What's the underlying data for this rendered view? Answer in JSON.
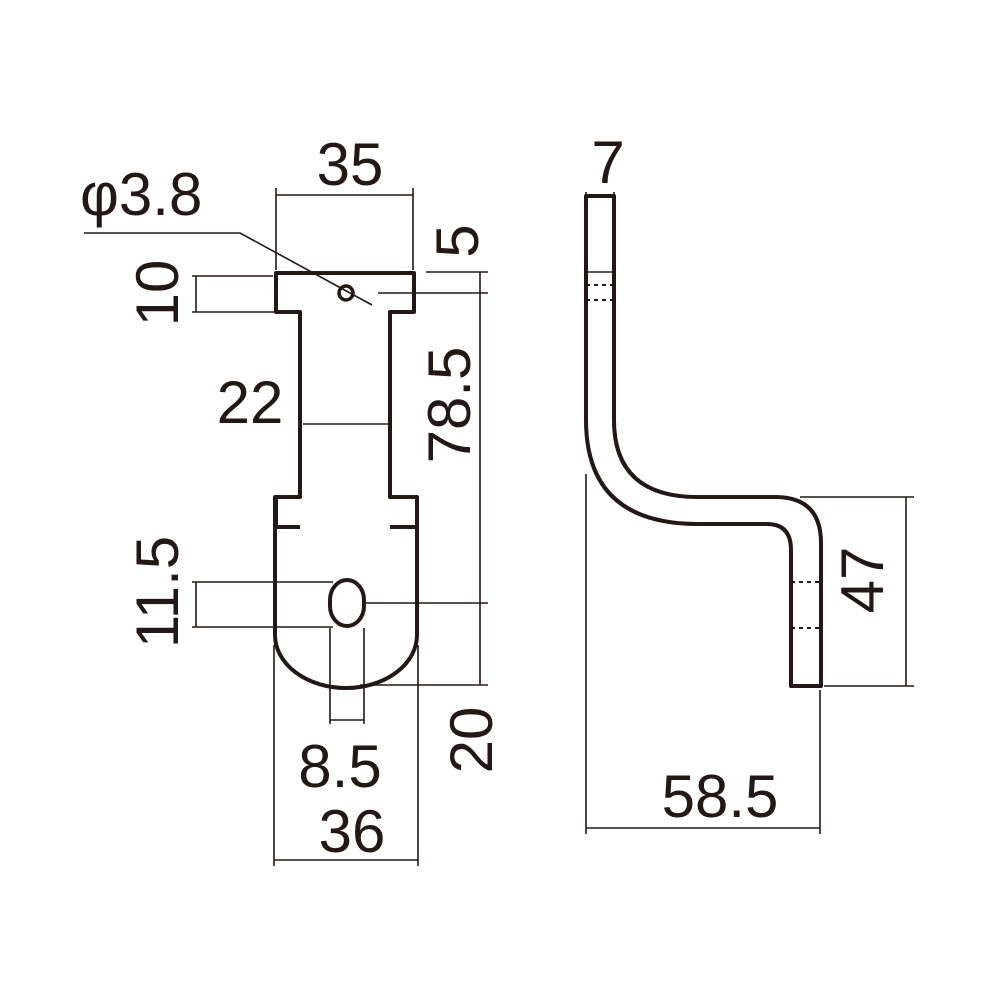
{
  "front_view": {
    "dim_top_width": "35",
    "dim_hole_diameter": "φ3.8",
    "dim_top_offset": "5",
    "dim_top_height": "10",
    "dim_stem_width": "22",
    "dim_hole_spacing": "78.5",
    "dim_slot_height": "11.5",
    "dim_slot_width": "8.5",
    "dim_bottom_width": "36",
    "dim_bottom_offset": "20"
  },
  "side_view": {
    "dim_thickness": "7",
    "dim_height": "47",
    "dim_projection": "58.5"
  },
  "colors": {
    "line": "#231815",
    "background": "#ffffff"
  }
}
